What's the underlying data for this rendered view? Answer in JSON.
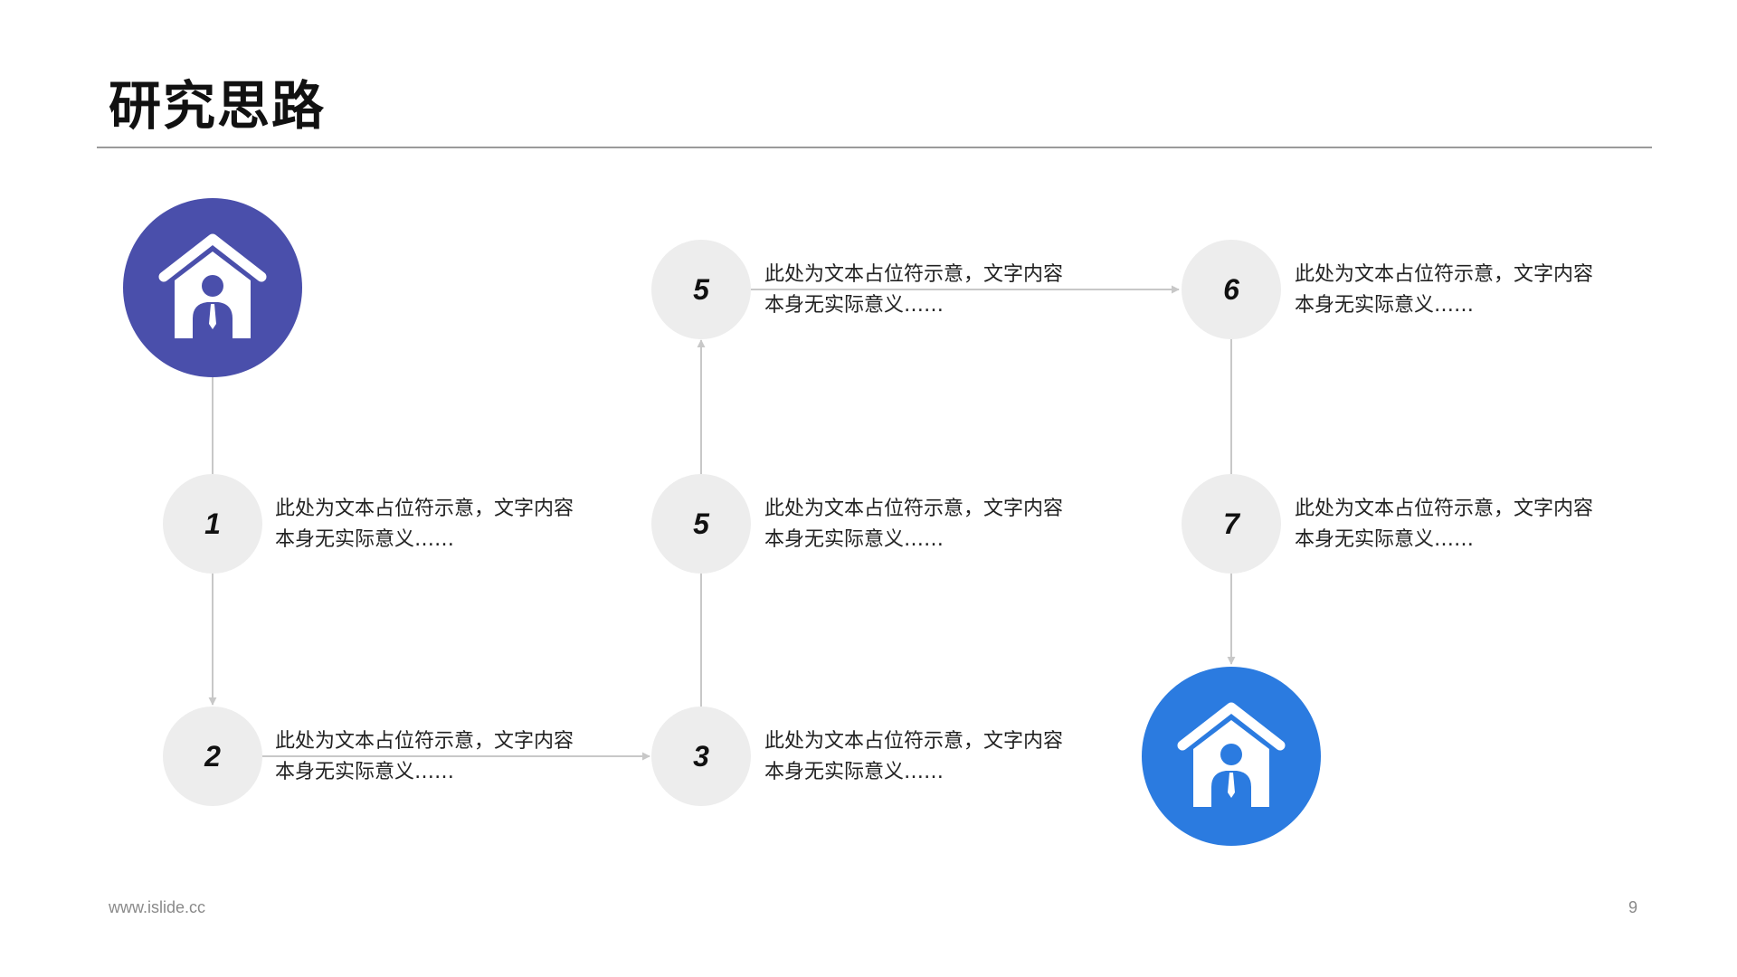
{
  "title": "研究思路",
  "footer": {
    "url": "www.islide.cc",
    "page_number": "9"
  },
  "colors": {
    "start_circle": "#4a4fab",
    "end_circle": "#2b7be0",
    "step_circle": "#ededed",
    "connector": "#c8c8c8"
  },
  "icons": {
    "start": "house-person-icon",
    "end": "house-person-icon"
  },
  "steps": [
    {
      "number": "1",
      "line1": "此处为文本占位符示意，文字内容",
      "line2": "本身无实际意义……"
    },
    {
      "number": "2",
      "line1": "此处为文本占位符示意，文字内容",
      "line2": "本身无实际意义……"
    },
    {
      "number": "3",
      "line1": "此处为文本占位符示意，文字内容",
      "line2": "本身无实际意义……"
    },
    {
      "number": "5",
      "line1": "此处为文本占位符示意，文字内容",
      "line2": "本身无实际意义……"
    },
    {
      "number": "5",
      "line1": "此处为文本占位符示意，文字内容",
      "line2": "本身无实际意义……"
    },
    {
      "number": "6",
      "line1": "此处为文本占位符示意，文字内容",
      "line2": "本身无实际意义……"
    },
    {
      "number": "7",
      "line1": "此处为文本占位符示意，文字内容",
      "line2": "本身无实际意义……"
    }
  ]
}
